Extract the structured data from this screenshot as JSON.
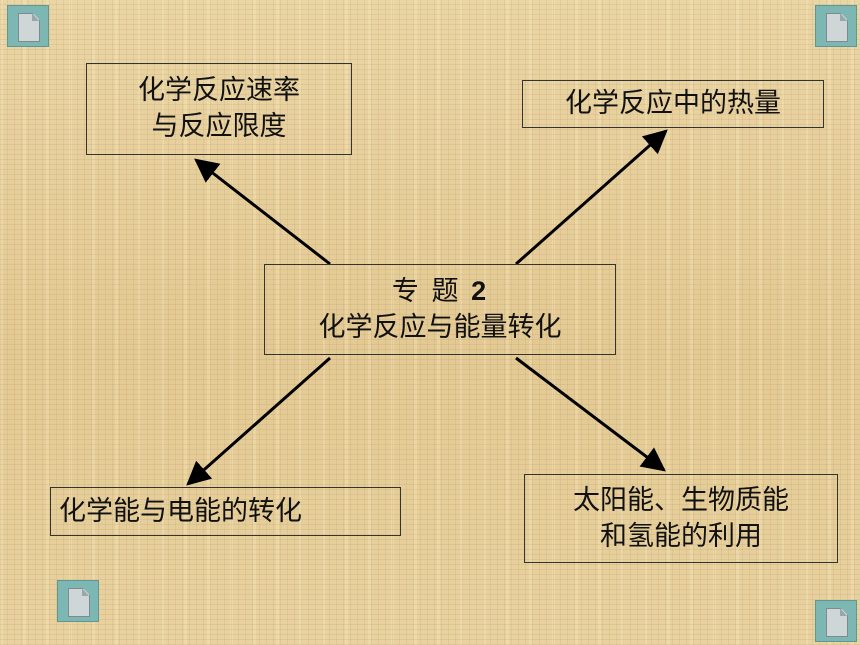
{
  "center": {
    "line1": "专  题 ",
    "number": "2",
    "line2": "化学反应与能量转化"
  },
  "topics": {
    "top_left": {
      "line1": "化学反应速率",
      "line2": "与反应限度"
    },
    "top_right": {
      "line1": "化学反应中的热量"
    },
    "bottom_left": {
      "line1": "化学能与电能的转化"
    },
    "bottom_right": {
      "line1": "太阳能、生物质能",
      "line2": "和氢能的利用"
    }
  },
  "icons": [
    "document-icon",
    "document-icon",
    "document-icon",
    "document-icon"
  ],
  "colors": {
    "background": "#e6cf9c",
    "icon": "#7db7b3",
    "line": "#000000"
  }
}
